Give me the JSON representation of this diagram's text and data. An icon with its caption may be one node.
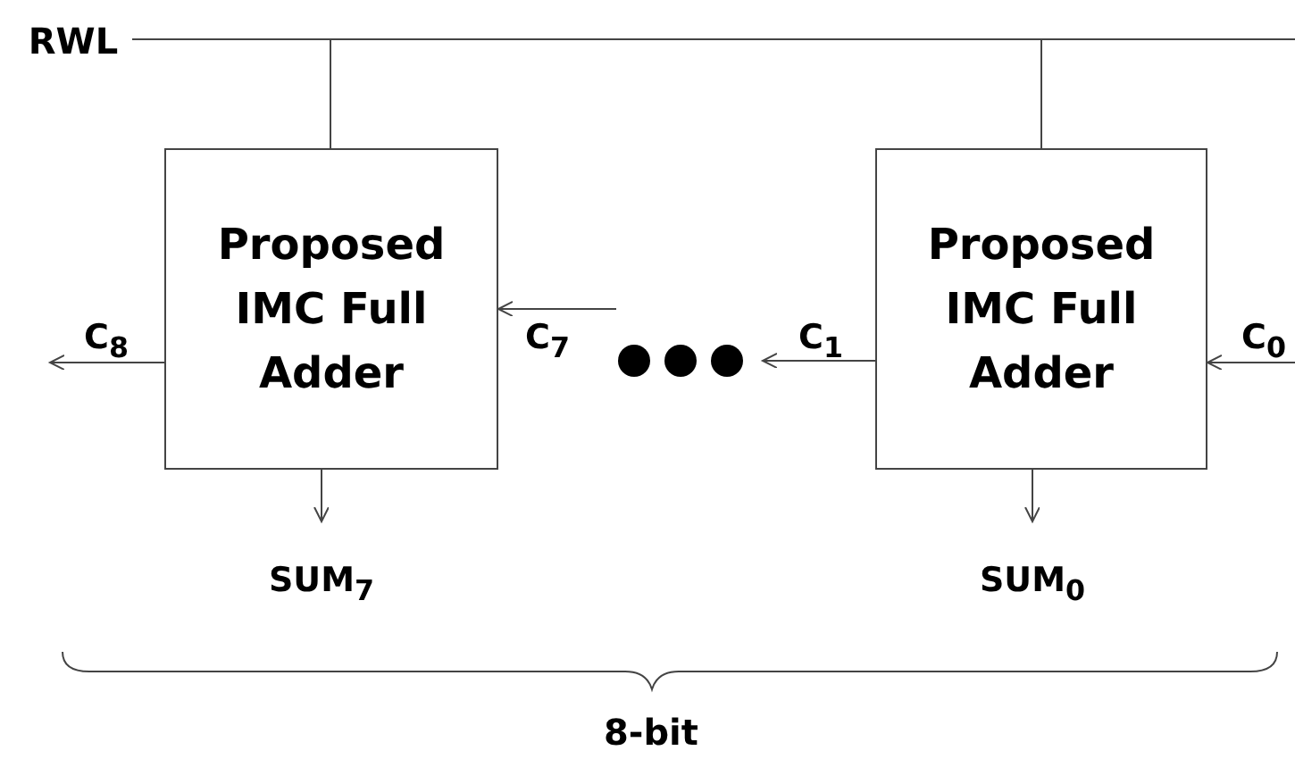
{
  "diagram": {
    "nodes": [
      {
        "text": [
          "RWL"
        ]
      },
      {
        "text": [
          "Proposed IMC Full Adder"
        ]
      },
      {
        "text": [],
        "shape": "circle"
      },
      {
        "text": [
          "Proposed IMC Full Adder"
        ]
      },
      {
        "text": [
          "SUM$_{7}$"
        ]
      },
      {
        "text": [
          "SUM$_{0}$"
        ]
      }
    ],
    "edges": [
      {
        "from": 0,
        "to": 1,
        "arrow": "none"
      },
      {
        "from": 0,
        "to": 3,
        "arrow": "none"
      },
      {
        "from": 1,
        "to": 4,
        "arrow": "to"
      },
      {
        "from": 3,
        "to": 5,
        "arrow": "to"
      },
      {
        "from": 3,
        "to": 2,
        "arrow": "to",
        "label": "C$_{1}$"
      },
      {
        "from": 2,
        "to": 1,
        "arrow": "to",
        "label": "C$_{7}$"
      },
      {
        "from": 1,
        "to": null,
        "arrow": "to",
        "label": "C$_{8}$"
      },
      {
        "from": null,
        "to": 3,
        "arrow": "to",
        "label": "C$_{0}$"
      }
    ],
    "labels": [
      "8-bit"
    ]
  }
}
